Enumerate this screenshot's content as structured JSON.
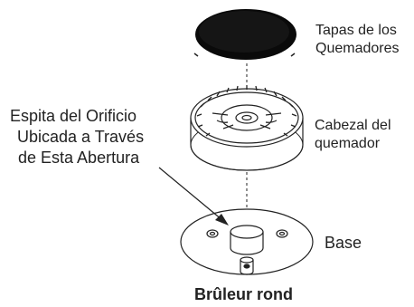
{
  "diagram": {
    "labels": {
      "cap": [
        "Tapas de los",
        "Quemadores"
      ],
      "head": [
        "Cabezal del",
        "quemador"
      ],
      "orifice": [
        "Espita del Orificio",
        "Ubicada a Través",
        "de Esta Abertura"
      ],
      "base": "Base"
    },
    "caption": "Brûleur rond"
  }
}
